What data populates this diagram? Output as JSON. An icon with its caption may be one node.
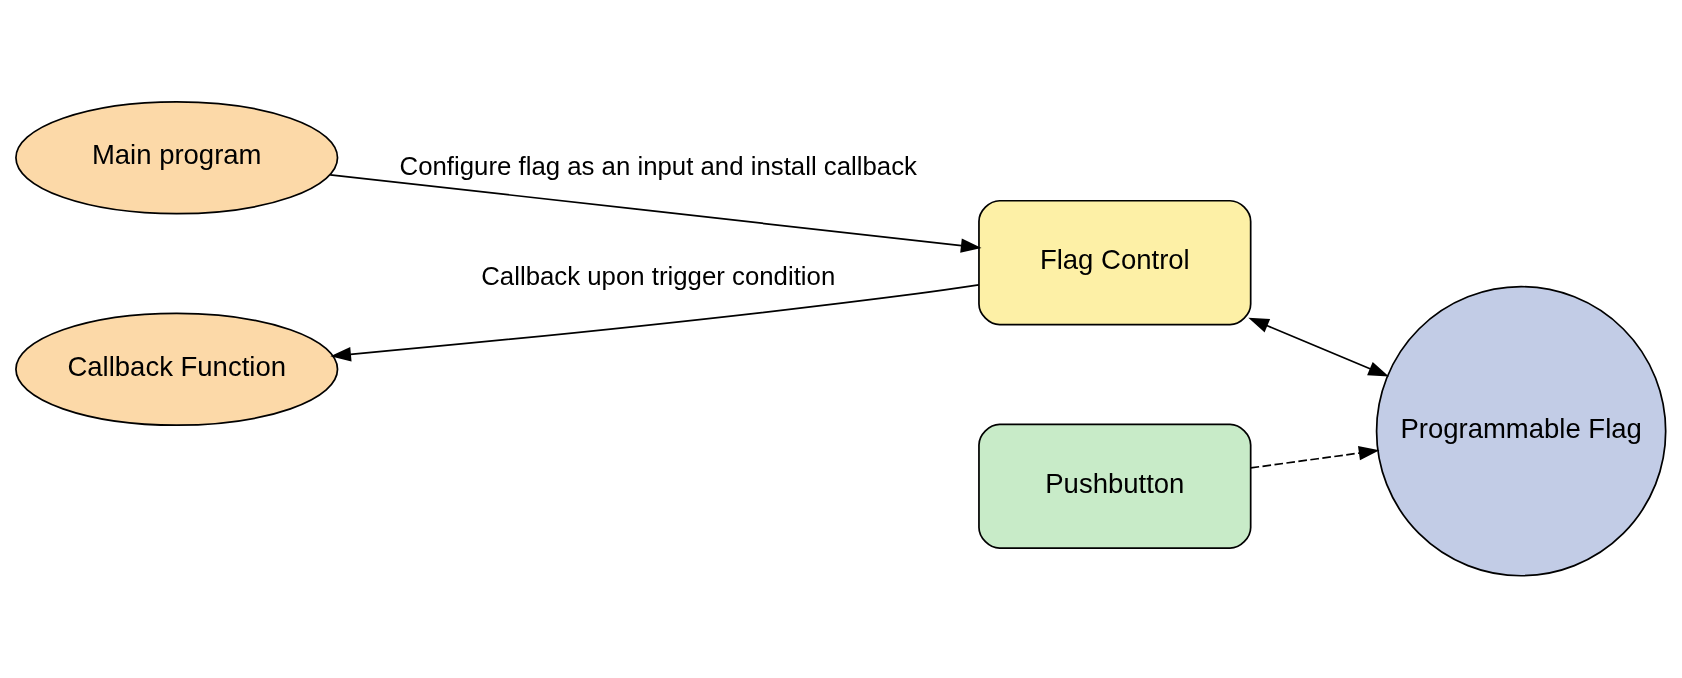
{
  "diagram": {
    "nodes": [
      {
        "text": [
          "Main program"
        ]
      },
      {
        "text": [
          "Flag Control"
        ]
      },
      {
        "text": [
          "Programmable Flag"
        ]
      },
      {
        "text": [
          "Pushbutton"
        ]
      },
      {
        "text": [
          "Callback Function"
        ]
      }
    ],
    "edges": [
      {
        "from": 0,
        "to": 1,
        "arrow": "to",
        "label": "Configure flag as an input and install callback"
      },
      {
        "from": 1,
        "to": 2,
        "arrow": "both"
      },
      {
        "from": 3,
        "to": 2,
        "arrow": "to",
        "style": "dashed"
      },
      {
        "from": 1,
        "to": 4,
        "arrow": "to",
        "label": "Callback upon trigger condition"
      }
    ]
  }
}
